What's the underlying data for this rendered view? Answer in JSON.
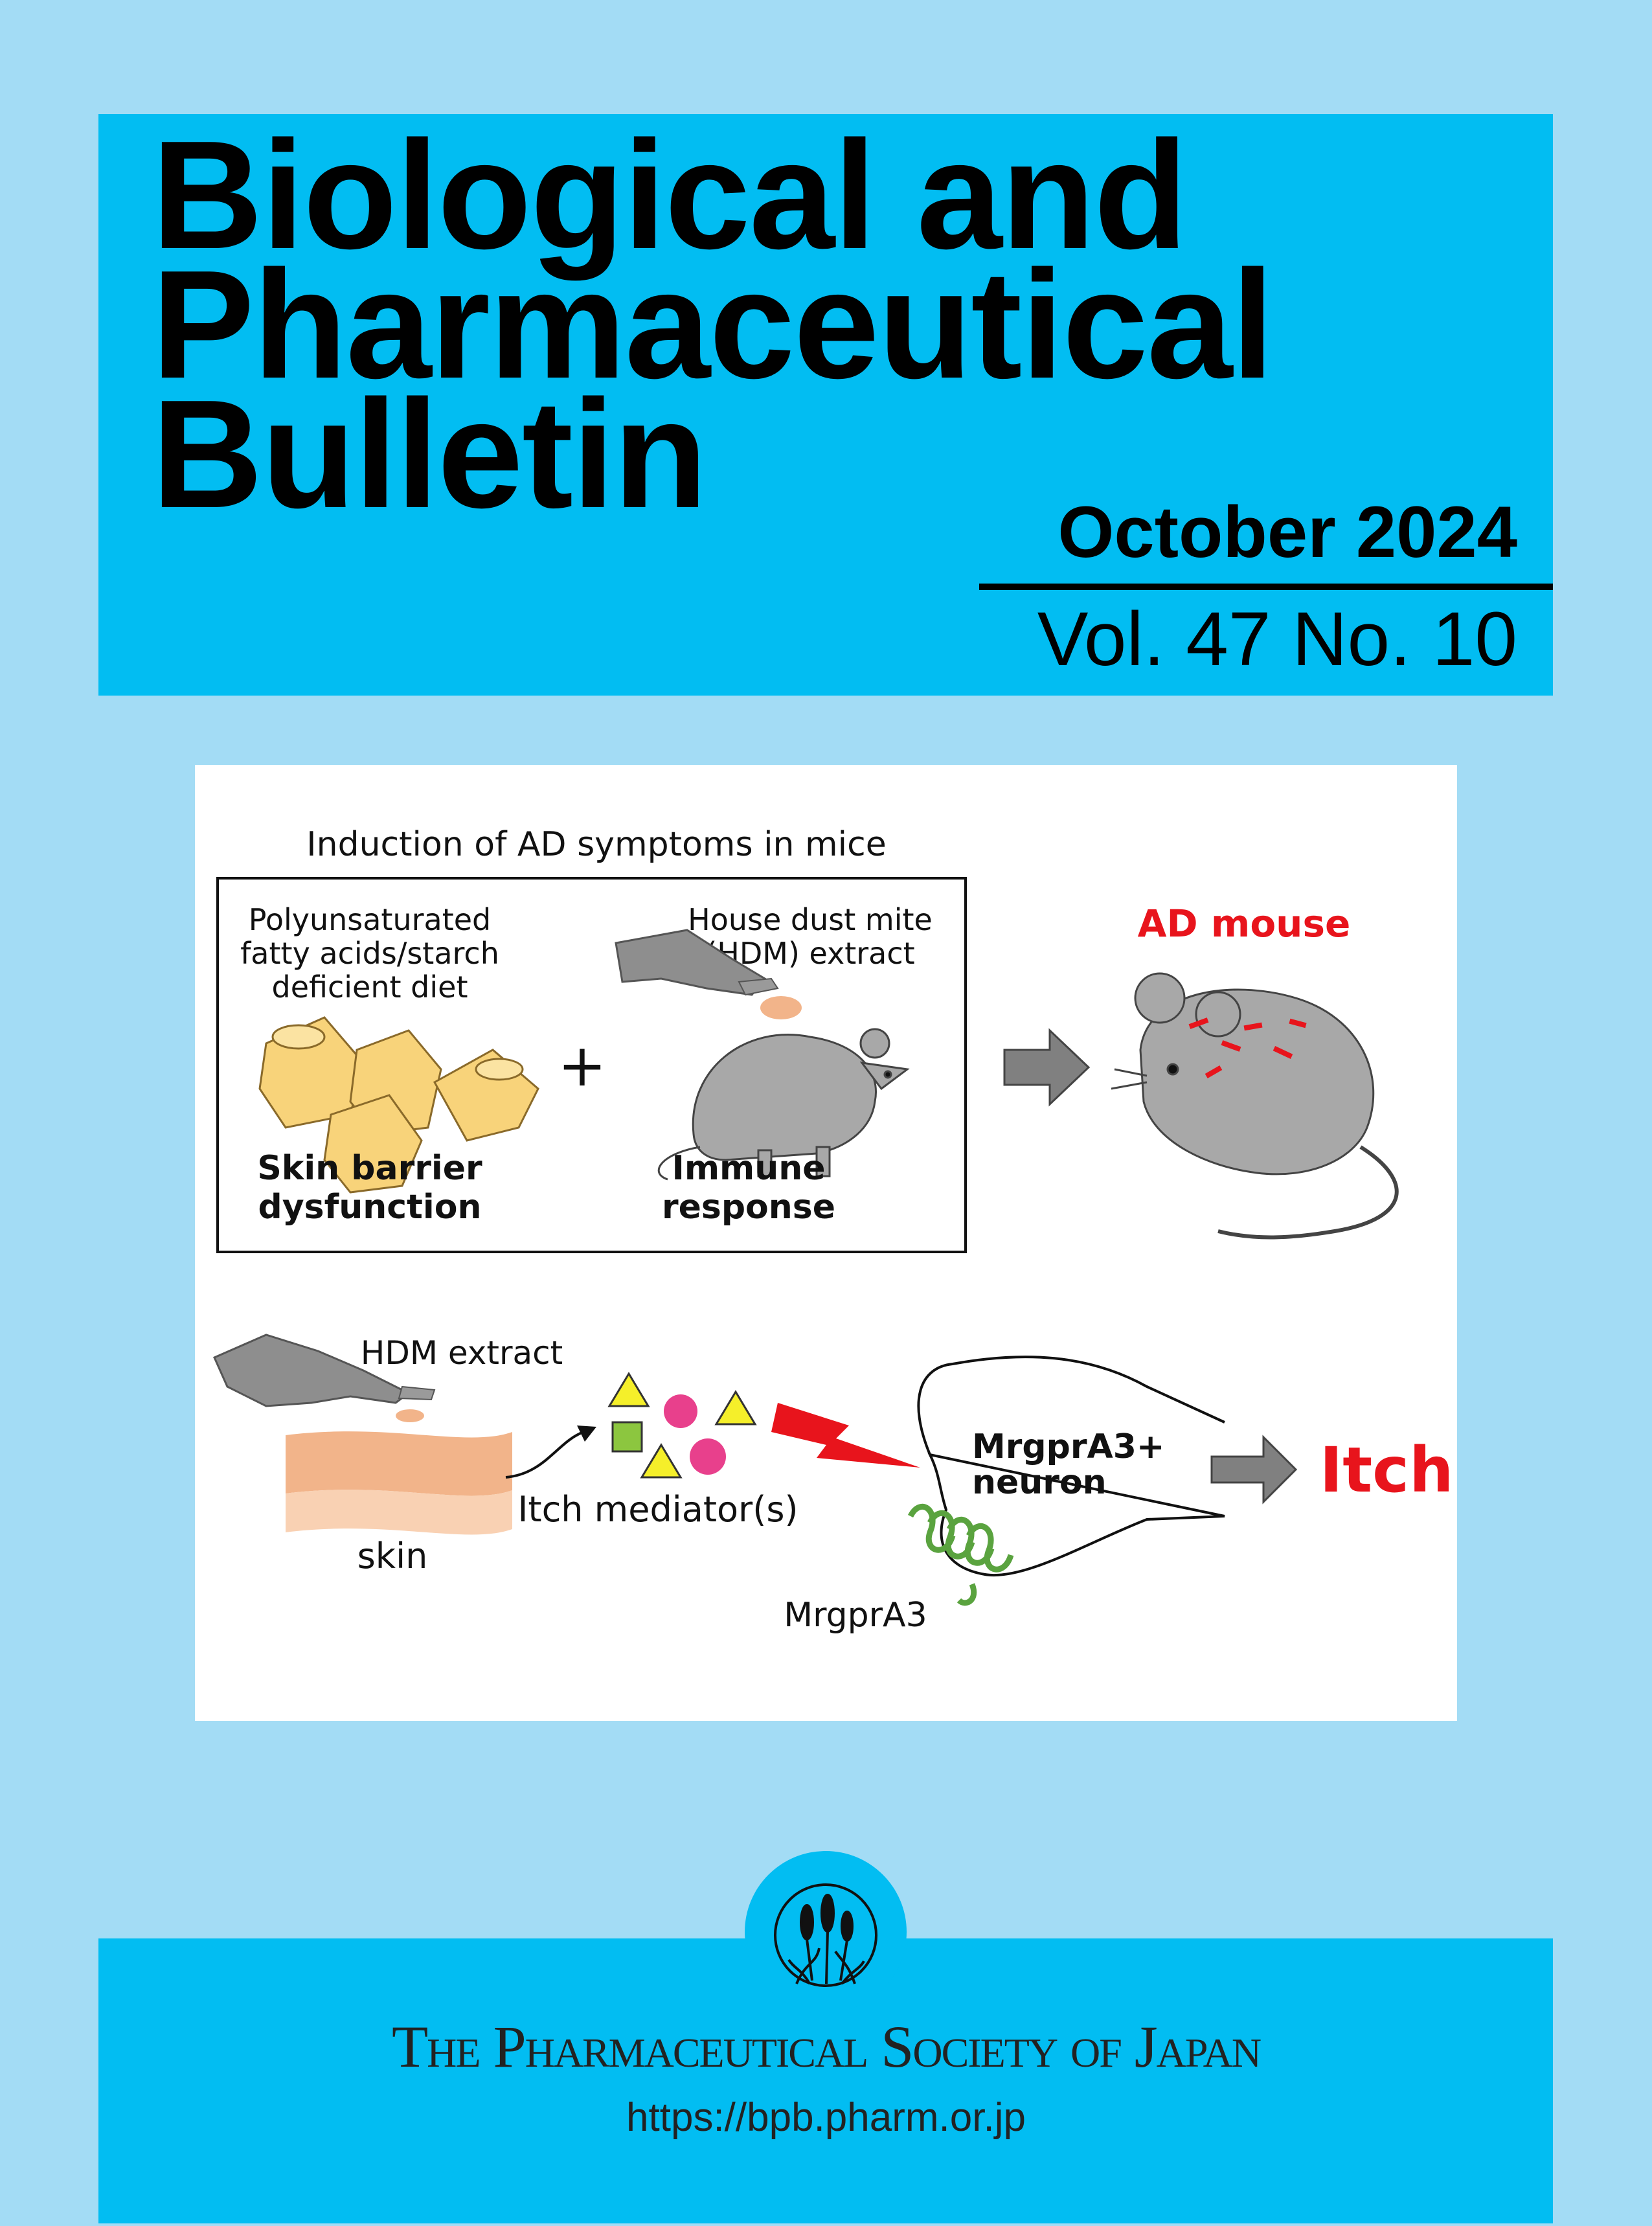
{
  "cover": {
    "title_lines": [
      "Biological and",
      "Pharmaceutical",
      "Bulletin"
    ],
    "issue_date": "October 2024",
    "issue_volume": "Vol. 47 No. 10"
  },
  "figure": {
    "induction_title": "Induction of AD symptoms in mice",
    "diet_label": [
      "Polyunsaturated",
      "fatty acids/starch",
      "deficient diet"
    ],
    "plus_sign": "+",
    "hdm_label": [
      "House dust mite",
      "(HDM) extract"
    ],
    "skin_barrier_label": [
      "Skin barrier",
      "dysfunction"
    ],
    "immune_label": [
      "Immune",
      "response"
    ],
    "ad_mouse_label": "AD mouse",
    "hdm_extract_label": "HDM extract",
    "skin_label": "skin",
    "itch_mediator_label": "Itch mediator(s)",
    "neuron_label": [
      "MrgprA3+",
      "neuron"
    ],
    "receptor_label": "MrgprA3",
    "itch_label": "Itch",
    "colors": {
      "highlight_red": "#e8141c",
      "mediator_yellow": "#f5ef2a",
      "mediator_pink": "#e8408c",
      "mediator_green": "#8cc63f",
      "skin_orange": "#f2b48a",
      "receptor_green": "#5aa33f",
      "arrow_gray": "#808080",
      "mouse_gray": "#a8a8a8",
      "cheese_yellow": "#f8d37a"
    }
  },
  "footer": {
    "society_name": "The Pharmaceutical Society of Japan",
    "url": "https://bpb.pharm.or.jp",
    "emblem_icon": "reed-plant-emblem-icon"
  },
  "theme": {
    "page_background": "#a3dcf5",
    "band_blue": "#02bdf2"
  }
}
